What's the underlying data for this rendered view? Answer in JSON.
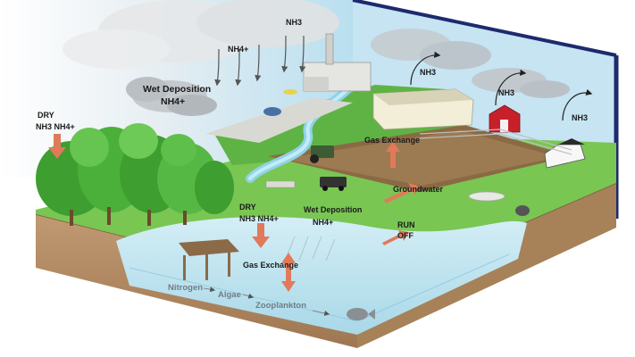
{
  "diagram": {
    "labels": {
      "nh4_top": "NH4+",
      "nh3_top": "NH3",
      "wet_dep_sky_line1": "Wet Deposition",
      "wet_dep_sky_line2": "NH4+",
      "dry_left_line1": "DRY",
      "dry_left_line2": "NH3 NH4+",
      "nh3_farm_1": "NH3",
      "nh3_farm_2": "NH3",
      "nh3_farm_3": "NH3",
      "gas_exchange_land": "Gas Exchange",
      "groundwater": "Groundwater",
      "dry_water_line1": "DRY",
      "dry_water_line2": "NH3 NH4+",
      "wet_dep_water_line1": "Wet Deposition",
      "wet_dep_water_line2": "NH4+",
      "runoff_line1": "RUN",
      "runoff_line2": "OFF",
      "gas_exchange_water": "Gas Exchange",
      "nitrogen": "Nitrogen",
      "algae": "Algae",
      "zooplankton": "Zooplankton"
    },
    "colors": {
      "sky": "#c9e6f3",
      "back_wall_edge": "#1d2a6e",
      "grass": "#6cc04a",
      "grass_dark": "#3f9a2e",
      "soil": "#b48a62",
      "soil_dark": "#8c6a4b",
      "water": "#bfe3ef",
      "arrow_fill": "#e07a5a",
      "tree": "#3e9e2f",
      "barn": "#c8202a"
    }
  }
}
